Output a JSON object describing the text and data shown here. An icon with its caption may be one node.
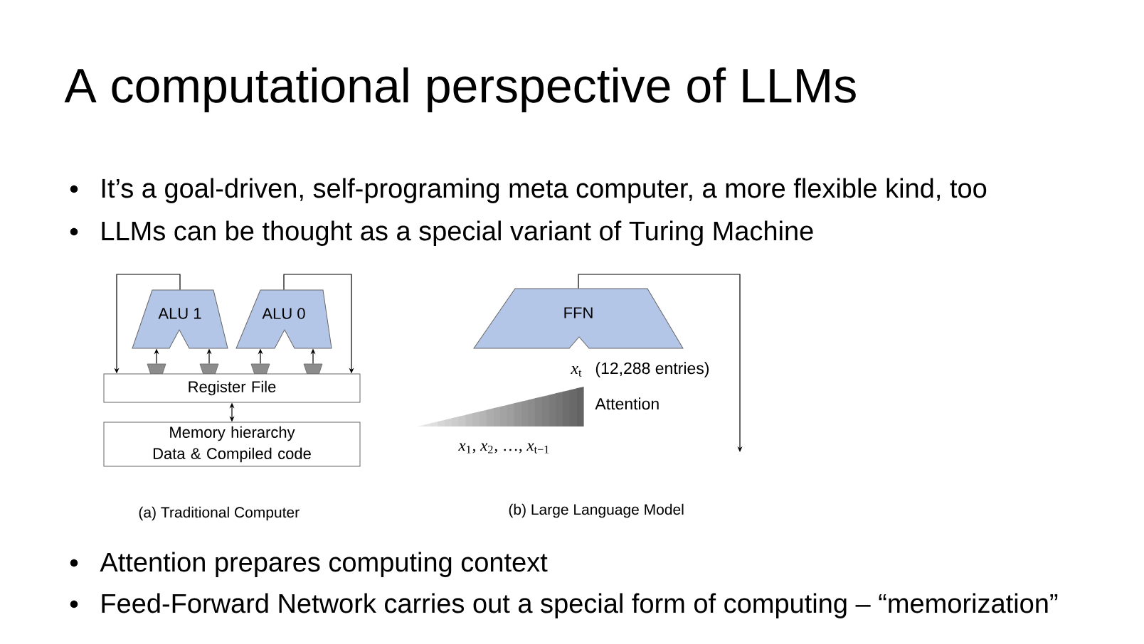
{
  "diagram": {
    "title": "A computational perspective of LLMs",
    "nodes": [
      {
        "text": [
          "ALU 1"
        ]
      },
      {
        "text": [
          "ALU 0"
        ]
      },
      {
        "text": [],
        "shape": "trapezoid"
      },
      {
        "text": [],
        "shape": "trapezoid"
      },
      {
        "text": [],
        "shape": "trapezoid"
      },
      {
        "text": [],
        "shape": "trapezoid"
      },
      {
        "text": [
          "Register File"
        ]
      },
      {
        "text": [
          "Memory hierarchy Data & Compiled code"
        ]
      },
      {
        "text": [
          "FFN"
        ]
      }
    ],
    "edges": [
      {
        "from": 2,
        "to": 0,
        "arrow": "to"
      },
      {
        "from": 3,
        "to": 0,
        "arrow": "to"
      },
      {
        "from": 4,
        "to": 1,
        "arrow": "to"
      },
      {
        "from": 5,
        "to": 1,
        "arrow": "to"
      },
      {
        "from": 0,
        "to": 6,
        "arrow": "to"
      },
      {
        "from": 1,
        "to": 6,
        "arrow": "to"
      },
      {
        "from": 6,
        "to": 7,
        "arrow": "both"
      },
      {
        "from": 8,
        "to": null,
        "arrow": "to"
      }
    ],
    "labels": [
      "It’s a goal-driven, self-programing meta computer, a more flexible kind, too",
      "LLMs can be thought as a special variant of Turing Machine",
      "*x*$_{t}$",
      "(12,288 entries)",
      "Attention",
      "*x*$_{1}$, *x*$_{2}$, …, *x*$_{t−1}$",
      "(a) Traditional Computer",
      "(b) Large Language Model",
      "Attention prepares computing context",
      "Feed-Forward Network carries out a special form of computing – “memorization”"
    ]
  }
}
